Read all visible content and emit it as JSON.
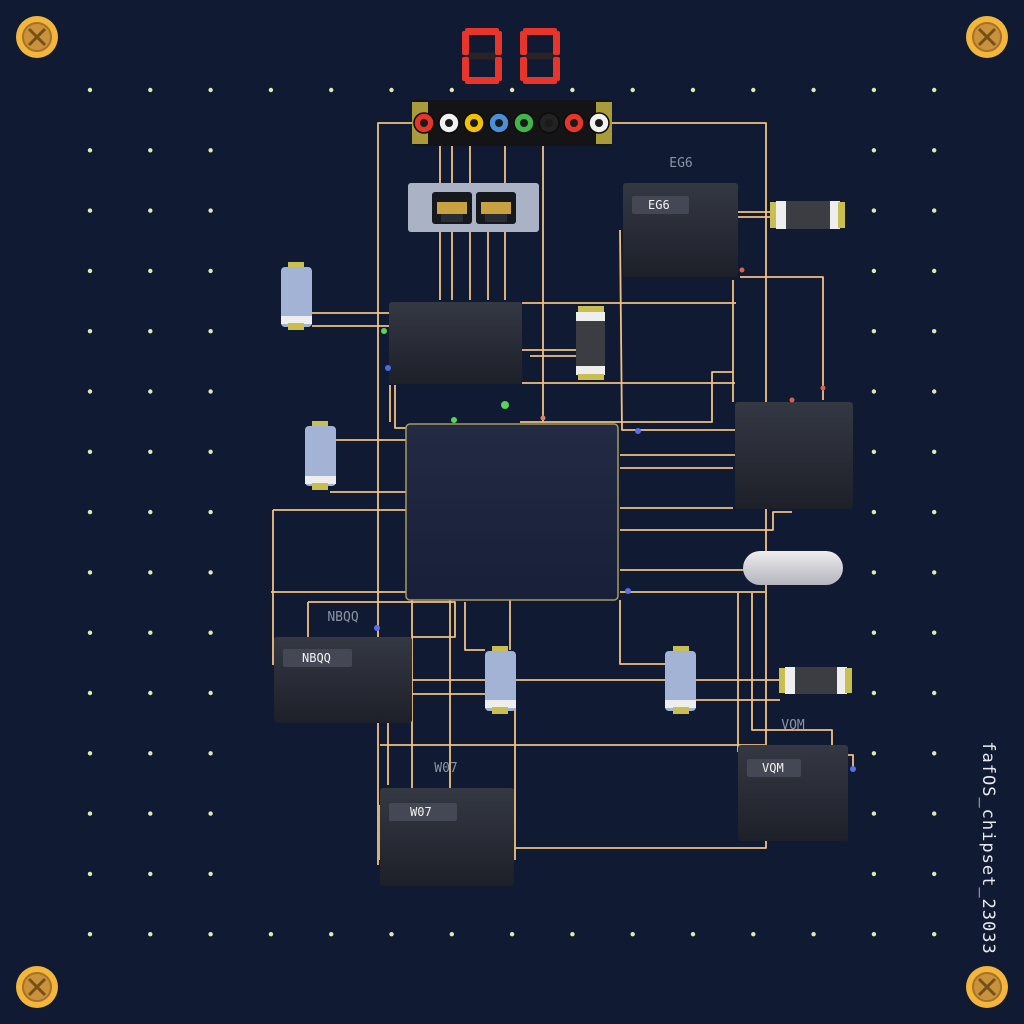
{
  "board": {
    "name": "fafOS_chipset_23033",
    "background": "#101a33",
    "trace_color": "#f0c080",
    "dot_color": "#dfe9b0"
  },
  "display": {
    "digits": [
      "0",
      "0"
    ],
    "color": "#e8352b"
  },
  "header_pins": [
    "red",
    "white",
    "yellow",
    "blue",
    "green",
    "black",
    "red",
    "white"
  ],
  "pin_colors": {
    "red": "#e8352b",
    "white": "#f2f2f2",
    "yellow": "#f2c200",
    "blue": "#4a90d9",
    "green": "#3fb54b",
    "black": "#222222"
  },
  "connector": {
    "ports": 2,
    "icon": "ethernet-port-icon"
  },
  "chips": [
    {
      "id": "EG6",
      "label": "EG6",
      "caption": "EG6"
    },
    {
      "id": "NBQQ",
      "label": "NBQQ",
      "caption": "NBQQ"
    },
    {
      "id": "W07",
      "label": "W07",
      "caption": "W07"
    },
    {
      "id": "VQM",
      "label": "VQM",
      "caption": "VQM"
    }
  ],
  "screws": {
    "count": 4,
    "icon": "screw-icon",
    "color": "#f2b63a"
  }
}
